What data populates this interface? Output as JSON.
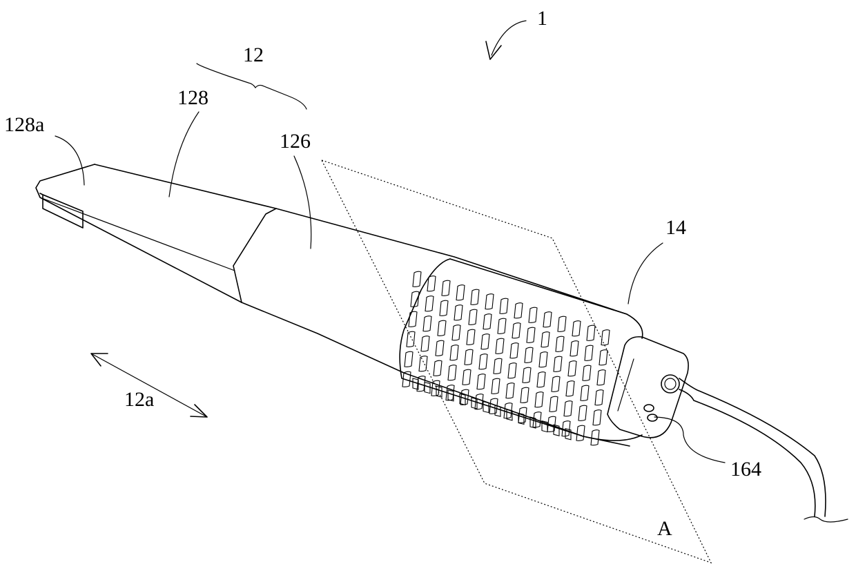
{
  "figure": {
    "labels": {
      "device": "1",
      "scanner_body": "12",
      "tip_section": "128",
      "tip_end": "128a",
      "middle_section": "126",
      "handle": "14",
      "button": "164",
      "axis": "12a",
      "section_plane": "A"
    }
  }
}
